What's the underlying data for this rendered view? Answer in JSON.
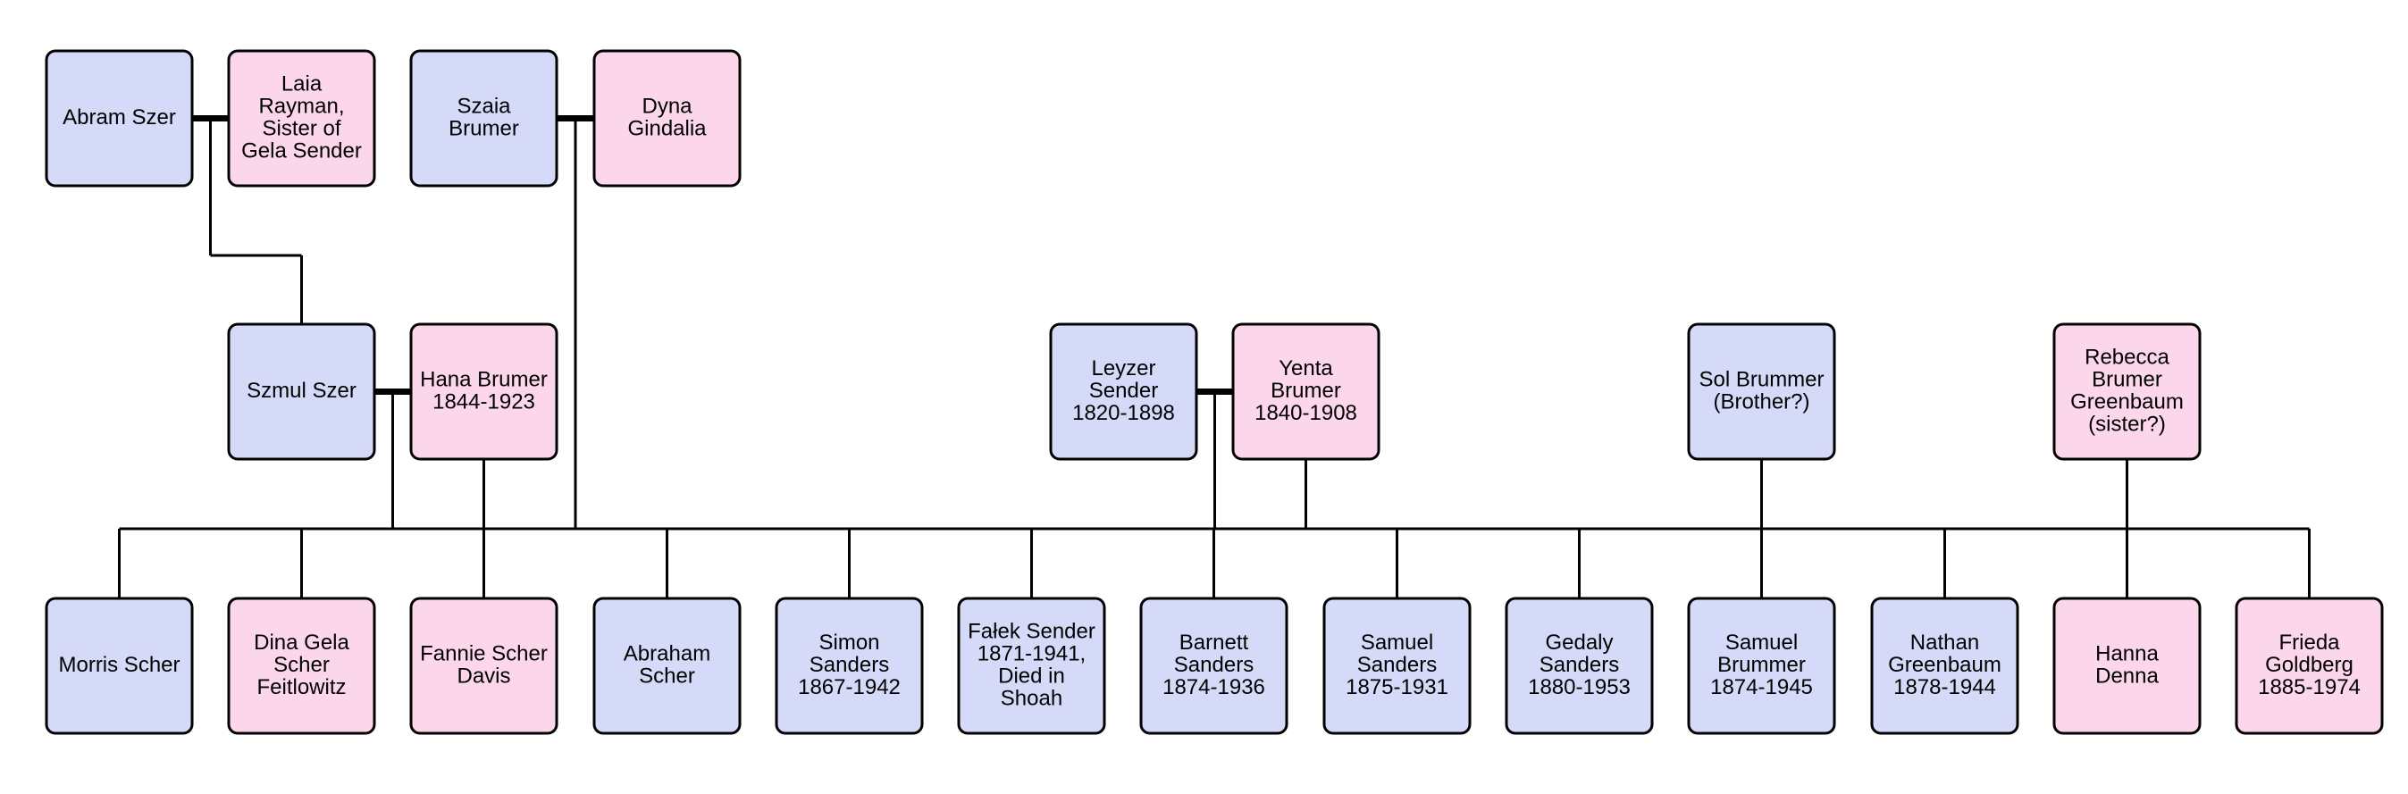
{
  "colors": {
    "male": "#d5daf9",
    "female": "#fcd6ea",
    "line": "#000000"
  },
  "people": {
    "abram_szer": {
      "lines": [
        "Abram Szer"
      ],
      "sex": "male"
    },
    "laia_rayman": {
      "lines": [
        "Laia",
        "Rayman,",
        "Sister of",
        "Gela Sender"
      ],
      "sex": "female"
    },
    "szaia_brumer": {
      "lines": [
        "Szaia",
        "Brumer"
      ],
      "sex": "male"
    },
    "dyna_gindalia": {
      "lines": [
        "Dyna",
        "Gindalia"
      ],
      "sex": "female"
    },
    "szmul_szer": {
      "lines": [
        "Szmul Szer"
      ],
      "sex": "male"
    },
    "hana_brumer": {
      "lines": [
        "Hana Brumer",
        "1844-1923"
      ],
      "sex": "female"
    },
    "leyzer_sender": {
      "lines": [
        "Leyzer",
        "Sender",
        "1820-1898"
      ],
      "sex": "male"
    },
    "yenta_brumer": {
      "lines": [
        "Yenta",
        "Brumer",
        "1840-1908"
      ],
      "sex": "female"
    },
    "sol_brummer": {
      "lines": [
        "Sol Brummer",
        "(Brother?)"
      ],
      "sex": "male"
    },
    "rebecca_greenbaum": {
      "lines": [
        "Rebecca",
        "Brumer",
        "Greenbaum",
        "(sister?)"
      ],
      "sex": "female"
    },
    "morris_scher": {
      "lines": [
        "Morris Scher"
      ],
      "sex": "male"
    },
    "dina_gela_scher": {
      "lines": [
        "Dina Gela",
        "Scher",
        "Feitlowitz"
      ],
      "sex": "female"
    },
    "fannie_scher_davis": {
      "lines": [
        "Fannie Scher",
        "Davis"
      ],
      "sex": "female"
    },
    "abraham_scher": {
      "lines": [
        "Abraham",
        "Scher"
      ],
      "sex": "male"
    },
    "simon_sanders": {
      "lines": [
        "Simon",
        "Sanders",
        "1867-1942"
      ],
      "sex": "male"
    },
    "falek_sender": {
      "lines": [
        "Fałek Sender",
        "1871-1941,",
        "Died in",
        "Shoah"
      ],
      "sex": "male"
    },
    "barnett_sanders": {
      "lines": [
        "Barnett",
        "Sanders",
        "1874-1936"
      ],
      "sex": "male"
    },
    "samuel_sanders": {
      "lines": [
        "Samuel",
        "Sanders",
        "1875-1931"
      ],
      "sex": "male"
    },
    "gedaly_sanders": {
      "lines": [
        "Gedaly",
        "Sanders",
        "1880-1953"
      ],
      "sex": "male"
    },
    "samuel_brummer": {
      "lines": [
        "Samuel",
        "Brummer",
        "1874-1945"
      ],
      "sex": "male"
    },
    "nathan_greenbaum": {
      "lines": [
        "Nathan",
        "Greenbaum",
        "1878-1944"
      ],
      "sex": "male"
    },
    "hanna_denna": {
      "lines": [
        "Hanna",
        "Denna"
      ],
      "sex": "female"
    },
    "frieda_goldberg": {
      "lines": [
        "Frieda",
        "Goldberg",
        "1885-1974"
      ],
      "sex": "female"
    }
  },
  "couples": [
    [
      "abram_szer",
      "laia_rayman"
    ],
    [
      "szaia_brumer",
      "dyna_gindalia"
    ],
    [
      "szmul_szer",
      "hana_brumer"
    ],
    [
      "leyzer_sender",
      "yenta_brumer"
    ]
  ],
  "families": [
    {
      "parents": [
        "abram_szer",
        "laia_rayman"
      ],
      "children": [
        "szmul_szer"
      ]
    },
    {
      "parents": [
        "szaia_brumer",
        "dyna_gindalia"
      ],
      "children": [
        "hana_brumer",
        "yenta_brumer",
        "sol_brummer",
        "rebecca_greenbaum"
      ]
    },
    {
      "parents": [
        "szmul_szer",
        "hana_brumer"
      ],
      "children": [
        "morris_scher",
        "dina_gela_scher",
        "fannie_scher_davis",
        "abraham_scher"
      ]
    },
    {
      "parents": [
        "leyzer_sender",
        "yenta_brumer"
      ],
      "children": [
        "simon_sanders",
        "falek_sender",
        "barnett_sanders",
        "samuel_sanders",
        "gedaly_sanders"
      ]
    },
    {
      "parents": [
        "sol_brummer"
      ],
      "children": [
        "samuel_brummer"
      ]
    },
    {
      "parents": [
        "rebecca_greenbaum"
      ],
      "children": [
        "nathan_greenbaum",
        "hanna_denna",
        "frieda_goldberg"
      ]
    }
  ]
}
